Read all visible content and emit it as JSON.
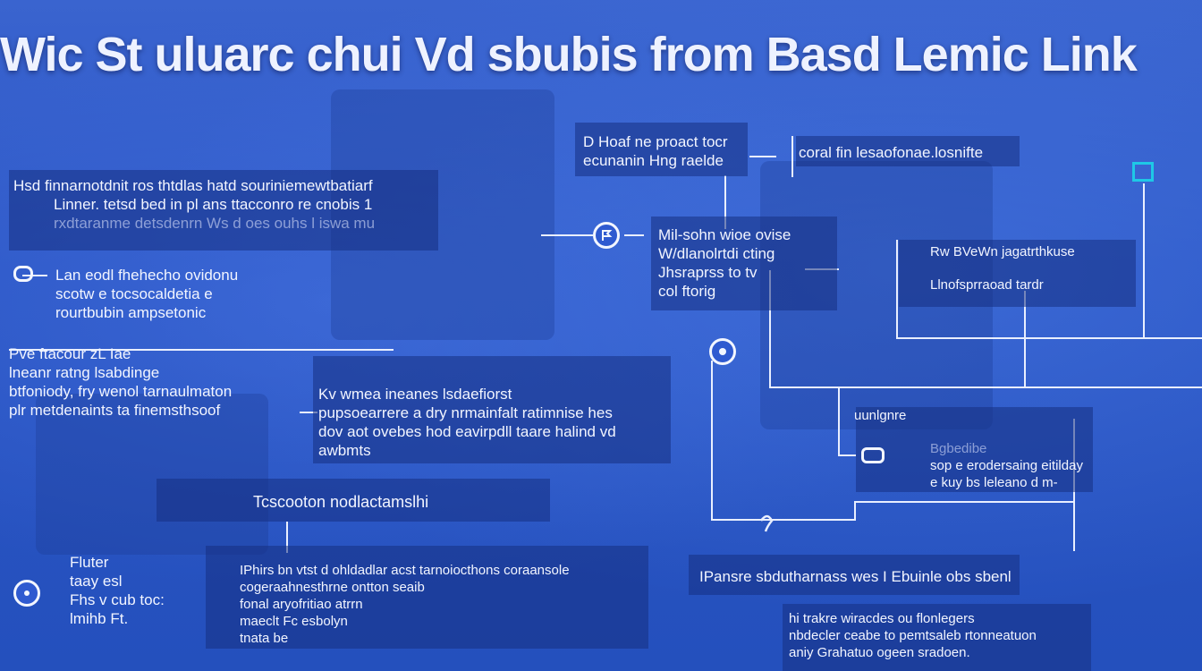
{
  "title": "Wic St uluarc chui Vd sbubis from Basd Lemic Link",
  "nodes": {
    "top_center": [
      "D Hoaf ne proact tocr",
      "ecunanin Hng raelde"
    ],
    "top_right": "coral fin lesaofonae.losnifte",
    "left_1": [
      "Hsd finnarnotdnit ros thtdlas hatd souriniemewtbatiarf",
      "Linner. tetsd bed in pl ans ttacconro re cnobis 1",
      "rxdtaranme detsdenrn Ws d oes ouhs l iswa mu"
    ],
    "left_2": [
      "Lan eodl fhehecho ovidonu",
      "scotw e tocsocaldetia e",
      "rourtbubin ampsetonic"
    ],
    "left_3": [
      "Pve ftacour zL Iae",
      "lneanr ratng lsabdinge",
      "btfoniody, fry wenol tarnaulmaton",
      "plr metdenaints ta finemsthsoof"
    ],
    "mid": [
      "Mil-sohn wioe ovise",
      "W/dlanolrtdi cting",
      "Jhsraprss to tv",
      "col ftorig"
    ],
    "right_mid": [
      "Rw BVeWn jagatrthkuse",
      "Llnofsprraoad tardr"
    ],
    "center": [
      "Kv wmea ineanes lsdaefiorst",
      "pupsoearrere a dry nrmainfalt ratimnise hes",
      "dov aot ovebes hod eavirpdll taare halind vd",
      "awbmts"
    ],
    "center_label": "Tcscooton nodlactamslhi",
    "right_low_label": "uunlgnre",
    "right_low": [
      "Bgbedibe",
      "sop e erodersaing eitilday",
      "e kuy bs leleano d m-"
    ],
    "bottom_left": [
      "Fluter",
      "taay esl",
      "Fhs v cub toc:",
      "lmihb Ft."
    ],
    "bottom_center": [
      "IPhirs bn vtst d ohldadlar acst tarnoiocthons coraansole",
      "cogeraahnesthrne ontton seaib",
      "fonal aryofritiao atrrn",
      "maeclt Fc esbolyn",
      "tnata be"
    ],
    "bottom_right_label": "IPansre sbdutharnass wes I Ebuinle obs sbenl",
    "bottom_right": [
      "hi trakre wiracdes ou flonlegers",
      "nbdecler ceabe to pemtsaleb rtonneatuon",
      "aniy Grahatuo ogeen sradoen."
    ]
  },
  "colors": {
    "background": "#2b55c4",
    "box": "#16308a",
    "line": "#e9efff",
    "accent": "#1ec8e6"
  },
  "icons": [
    "node-circle-icon",
    "link-icon",
    "chevron-icon"
  ]
}
